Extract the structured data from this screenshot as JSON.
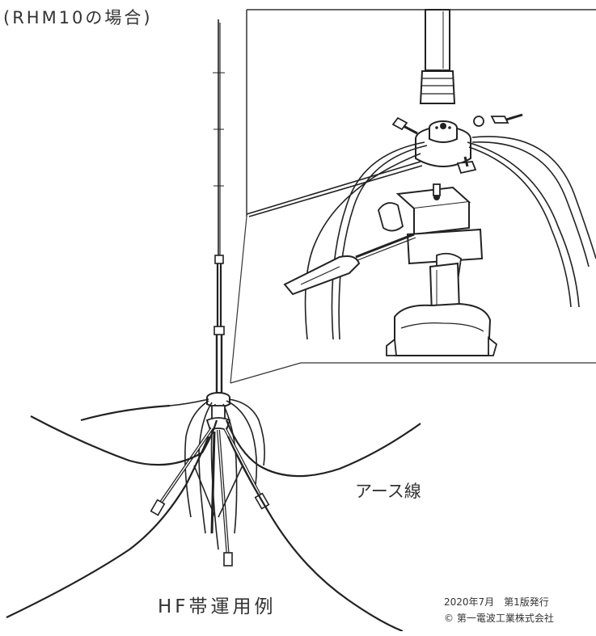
{
  "captions": {
    "model_note": "(RHM10の場合)",
    "earth_wire_label": "アース線",
    "example_title": "HF帯運用例"
  },
  "publication": {
    "edition": "2020年7月　第1版発行",
    "copyright": "© 第一電波工業株式会社",
    "cut_off_line": "………"
  },
  "colors": {
    "line": "#222222",
    "background": "#ffffff",
    "text": "#333333"
  }
}
